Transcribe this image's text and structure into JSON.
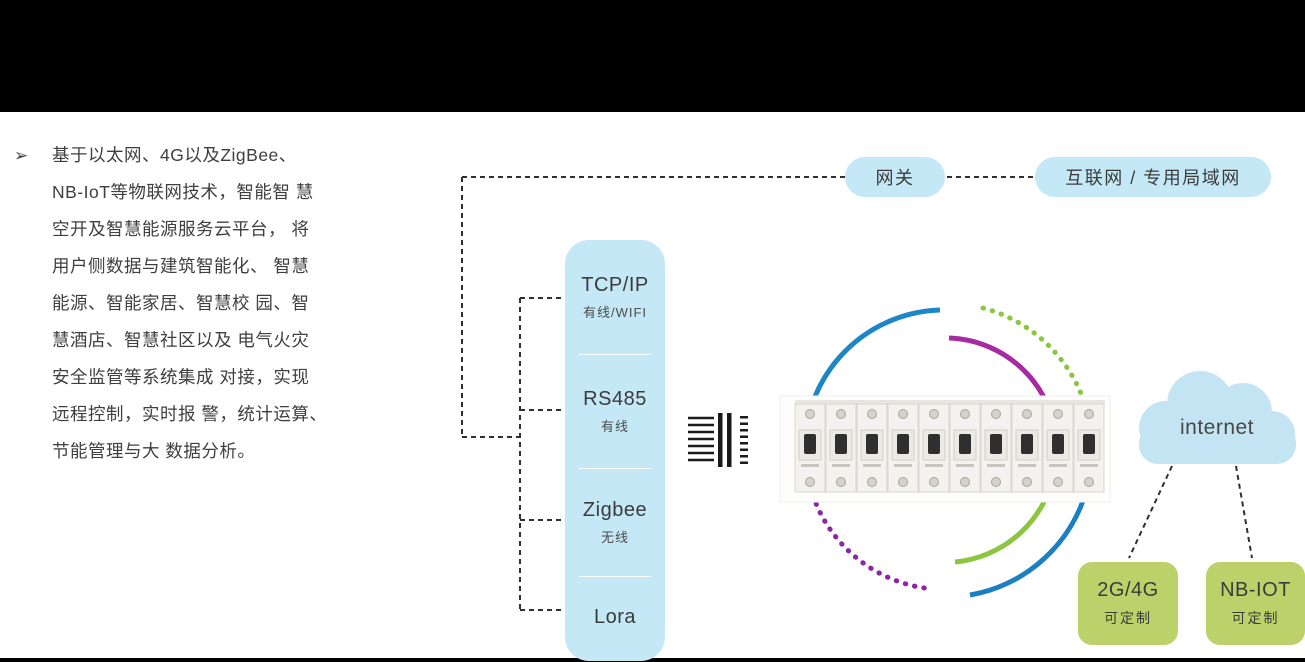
{
  "intro": {
    "bullet": "➢",
    "lines": [
      "基于以太网、4G以及ZigBee、",
      "NB-IoT等物联网技术，智能智 慧",
      "空开及智慧能源服务云平台， 将",
      "用户侧数据与建筑智能化、 智慧",
      "能源、智能家居、智慧校 园、智",
      "慧酒店、智慧社区以及 电气火灾",
      "安全监管等系统集成 对接，实现",
      "远程控制，实时报 警，统计运算、",
      "节能管理与大 数据分析。"
    ]
  },
  "protocols": {
    "items": [
      {
        "name": "TCP/IP",
        "type": "有线/WIFI"
      },
      {
        "name": "RS485",
        "type": "有线"
      },
      {
        "name": "Zigbee",
        "type": "无线"
      },
      {
        "name": "Lora",
        "type": ""
      }
    ]
  },
  "nodes": {
    "gateway": "网关",
    "network": "互联网 / 专用局域网",
    "cloud": "internet"
  },
  "modules": [
    {
      "name": "2G/4G",
      "note": "可定制"
    },
    {
      "name": "NB-IOT",
      "note": "可定制"
    }
  ],
  "colors": {
    "panel_blue": "#c4e8f6",
    "module_green": "#bcd169",
    "arc_blue": "#1e86c6",
    "arc_magenta": "#a62ba2",
    "arc_green": "#8cc63f",
    "arc_deep_blue": "#1b7fc2",
    "arc_purple": "#8e24aa",
    "dash_line": "#2f2f2f"
  }
}
